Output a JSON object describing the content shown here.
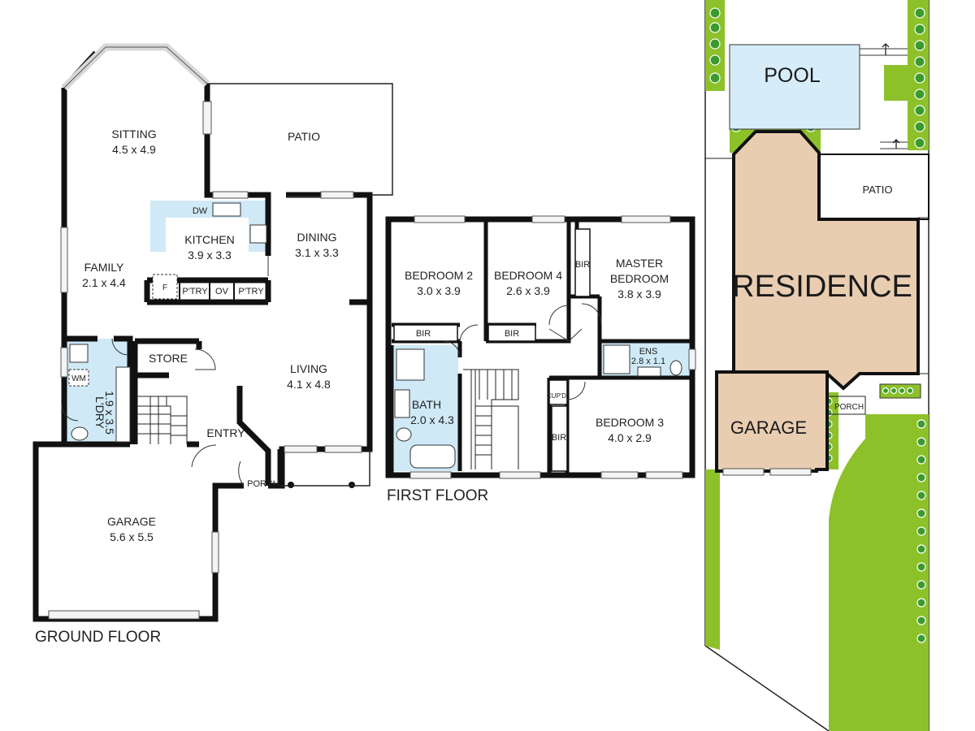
{
  "colors": {
    "wall": "#111111",
    "wet_area": "#cfe9f7",
    "window": "#f4f4f4",
    "lawn": "#8dc12a",
    "tree": "#3b9a2e",
    "building": "#e8cdb1",
    "pool": "#d6ecf8",
    "site_line": "#222222"
  },
  "ground_floor": {
    "title": "GROUND FLOOR",
    "rooms": {
      "sitting": {
        "name": "SITTING",
        "size": "4.5 x 4.9"
      },
      "patio": {
        "name": "PATIO"
      },
      "kitchen": {
        "name": "KITCHEN",
        "size": "3.9 x 3.3"
      },
      "dining": {
        "name": "DINING",
        "size": "3.1 x 3.3"
      },
      "family": {
        "name": "FAMILY",
        "size": "2.1 x 4.4"
      },
      "store": {
        "name": "STORE"
      },
      "living": {
        "name": "LIVING",
        "size": "4.1 x 4.8"
      },
      "laundry": {
        "name": "L'DRY",
        "size": "1.9 x 3.5"
      },
      "entry": {
        "name": "ENTRY"
      },
      "porch": {
        "name": "PORCH"
      },
      "garage": {
        "name": "GARAGE",
        "size": "5.6 x 5.5"
      }
    },
    "fixtures": {
      "dishwasher": "DW",
      "fridge": "F",
      "pantry_left": "P'TRY",
      "oven": "OV",
      "pantry_right": "P'TRY",
      "washing_machine": "WM"
    }
  },
  "first_floor": {
    "title": "FIRST FLOOR",
    "rooms": {
      "bedroom2": {
        "name": "BEDROOM 2",
        "size": "3.0 x 3.9"
      },
      "bedroom4": {
        "name": "BEDROOM 4",
        "size": "2.6 x 3.9"
      },
      "master": {
        "name_line1": "MASTER",
        "name_line2": "BEDROOM",
        "size": "3.8 x 3.9"
      },
      "ensuite": {
        "name": "ENS",
        "size": "2.8 x 1.1"
      },
      "bath": {
        "name": "BATH",
        "size": "2.0 x 4.3"
      },
      "bedroom3": {
        "name": "BEDROOM 3",
        "size": "4.0 x 2.9"
      }
    },
    "fixtures": {
      "bir_bed2": "BIR",
      "bir_bed4": "BIR",
      "bir_master": "BIR",
      "bir_bed3": "BIR",
      "cupboard": "CUP'D"
    }
  },
  "site_plan": {
    "pool": "POOL",
    "patio": "PATIO",
    "residence": "RESIDENCE",
    "garage": "GARAGE",
    "porch": "PORCH"
  }
}
